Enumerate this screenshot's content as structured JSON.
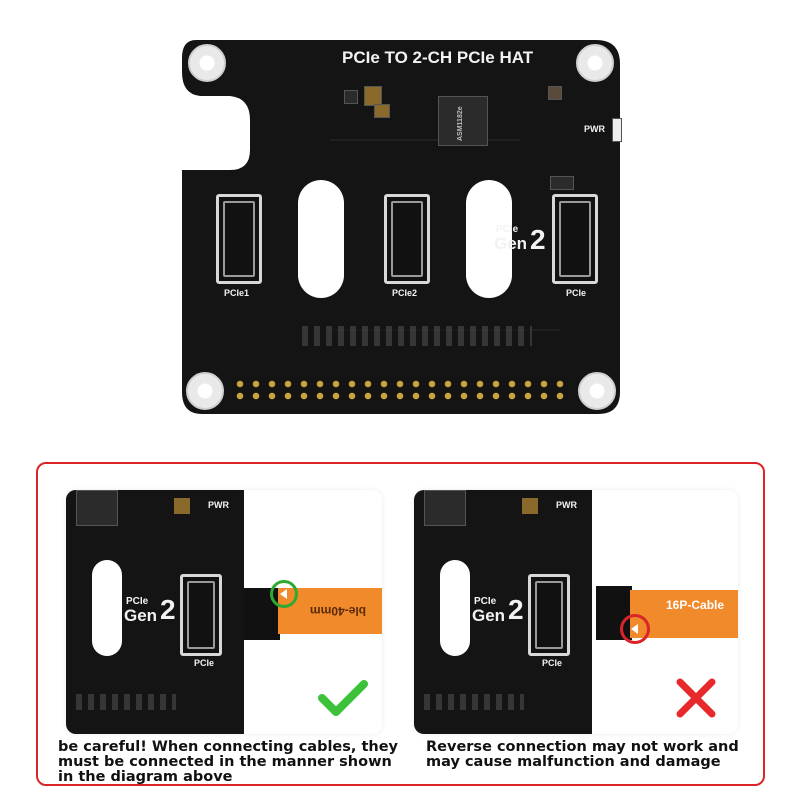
{
  "board": {
    "title": "PCIe TO 2-CH PCIe HAT",
    "pwr_label": "PWR",
    "chip_text": "ASM1182e",
    "connectors": [
      {
        "label": "PCIe1"
      },
      {
        "label": "PCIe2"
      },
      {
        "label": "PCIe"
      }
    ],
    "badge_small": "PCIe",
    "badge_big": "Gen",
    "badge_num": "2"
  },
  "panel_correct": {
    "badge_small": "PCIe",
    "badge_big": "Gen",
    "badge_num": "2",
    "connector_label": "PCIe",
    "pwr_label": "PWR",
    "cable_text": "ble-40mm",
    "caption": "be careful! When connecting cables, they\nmust be connected in the manner shown\nin the diagram above",
    "mark": "check",
    "mark_color": "#3cc13b",
    "highlight_color": "#2faa2f"
  },
  "panel_wrong": {
    "badge_small": "PCIe",
    "badge_big": "Gen",
    "badge_num": "2",
    "connector_label": "PCIe",
    "pwr_label": "PWR",
    "cable_text": "16P-Cable",
    "caption": "Reverse connection may not work and\nmay cause malfunction and damage",
    "mark": "cross",
    "mark_color": "#e8292b",
    "highlight_color": "#d9252a"
  },
  "colors": {
    "frame": "#d9252a",
    "board": "#141414",
    "cable": "#f08a2a"
  }
}
